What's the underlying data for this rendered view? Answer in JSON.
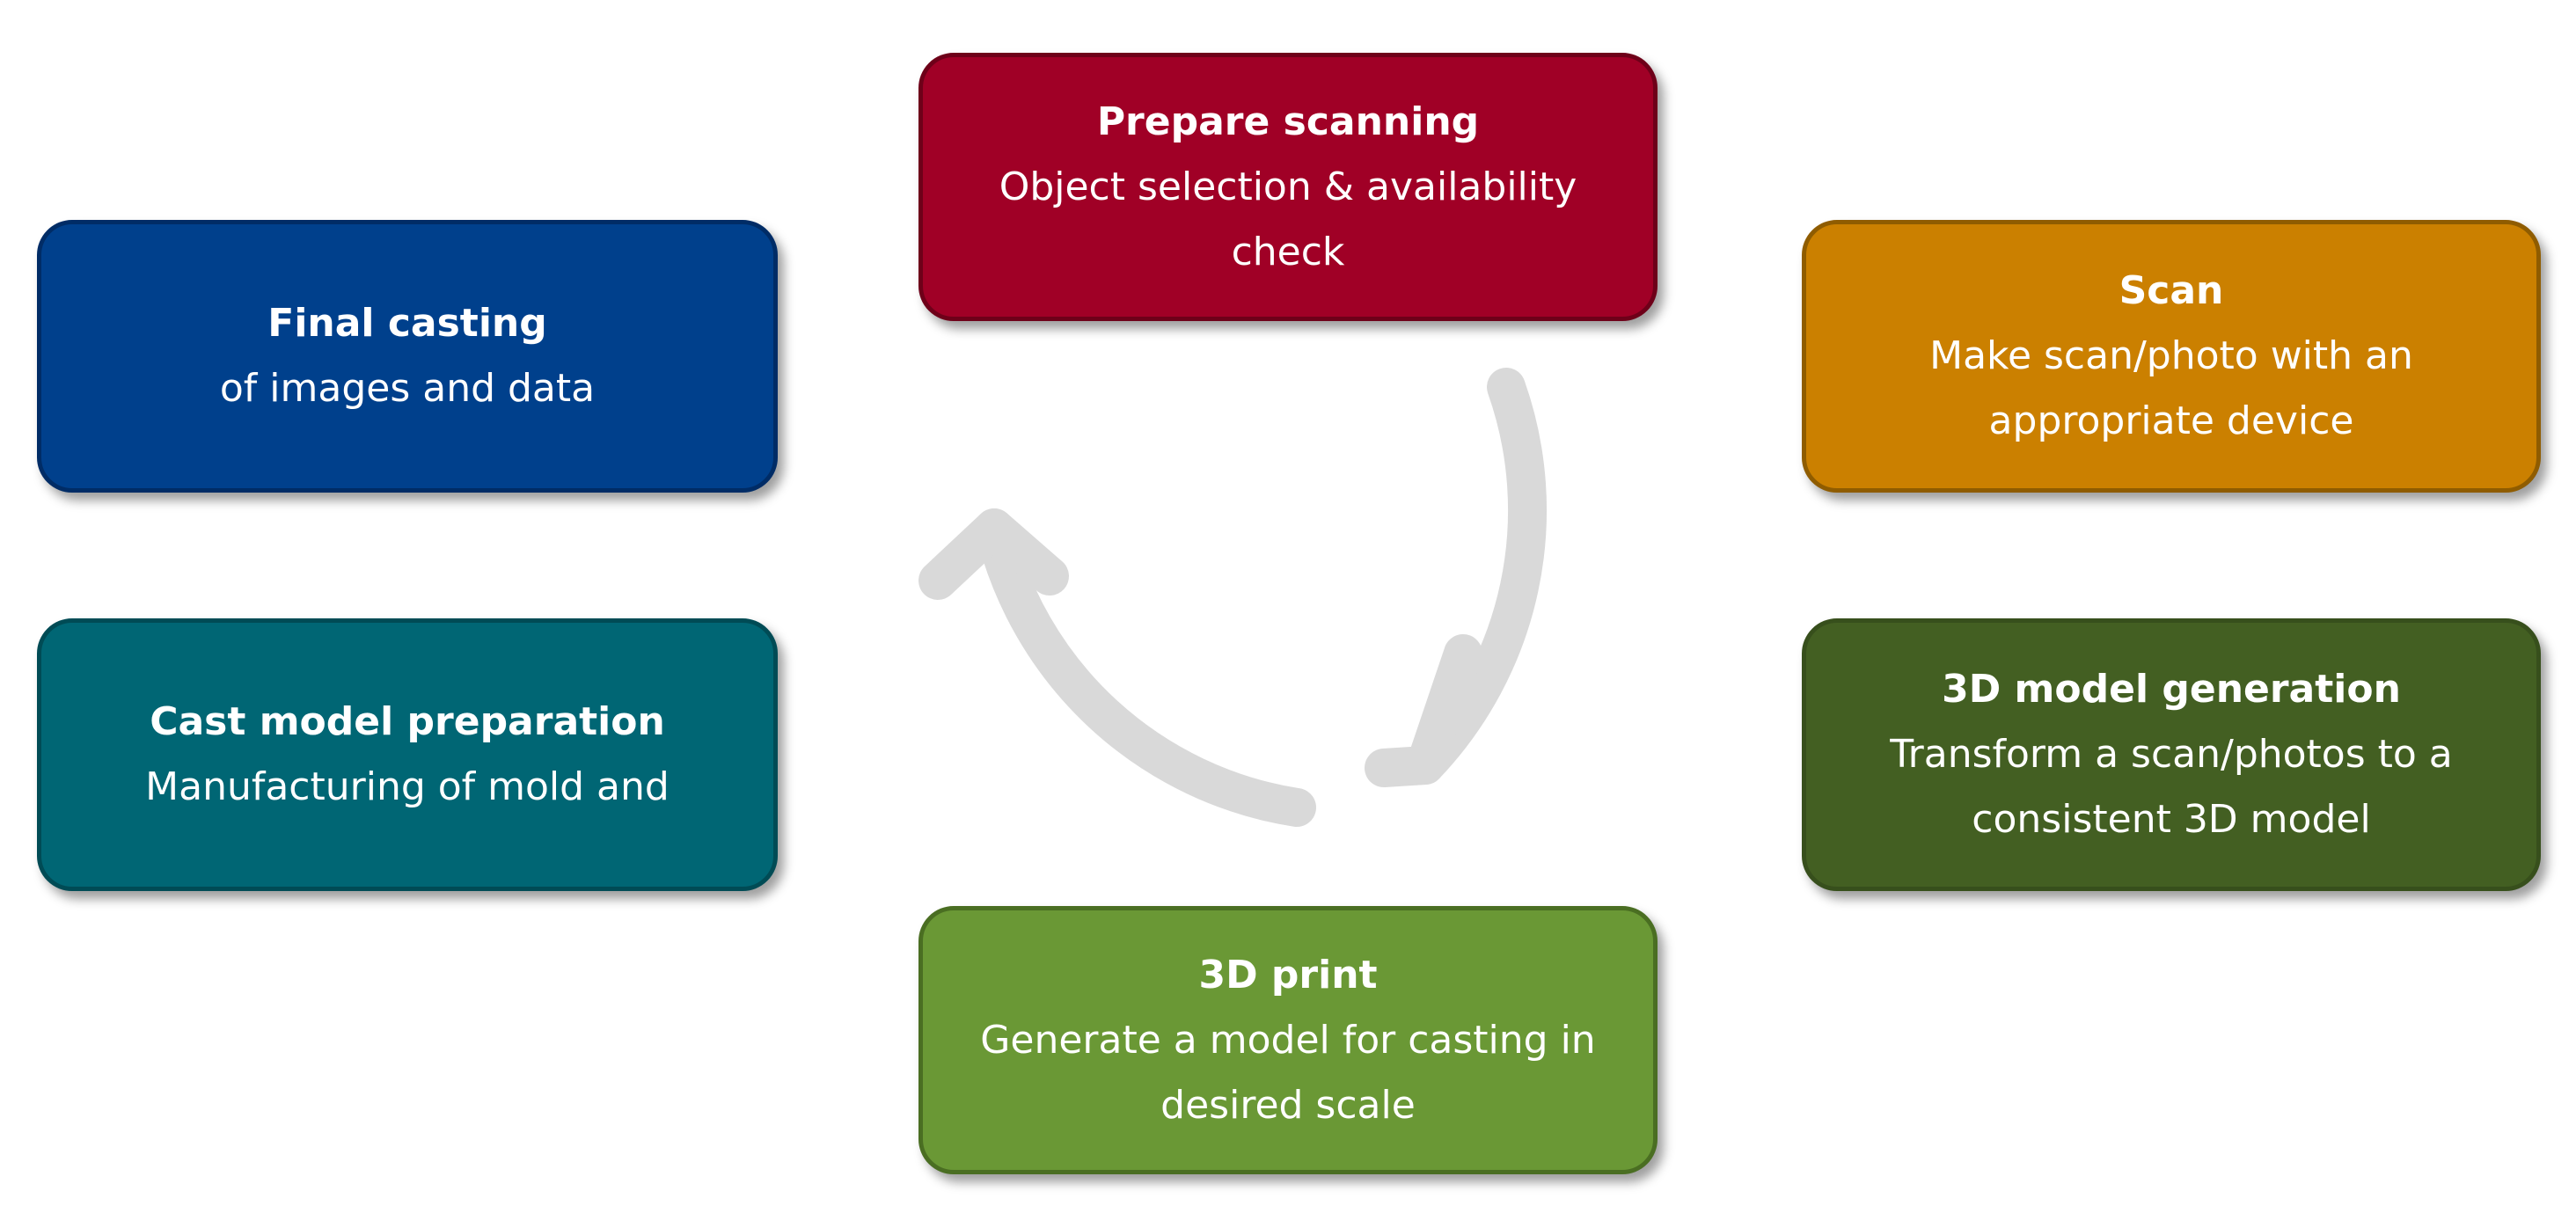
{
  "diagram": {
    "steps": [
      {
        "id": "prepare",
        "title": "Prepare scanning",
        "description": "Object selection & availability check",
        "color": "#a00026"
      },
      {
        "id": "scan",
        "title": "Scan",
        "description": "Make scan/photo with an appropriate device",
        "color": "#cb8000"
      },
      {
        "id": "model",
        "title": "3D model generation",
        "description": "Transform a scan/photos to a consistent 3D model",
        "color": "#435f22"
      },
      {
        "id": "print",
        "title": "3D print",
        "description": "Generate a model for casting in desired scale",
        "color": "#6a9835"
      },
      {
        "id": "cast",
        "title": "Cast model preparation",
        "description": "Manufacturing of mold and",
        "color": "#006674"
      },
      {
        "id": "final",
        "title": "Final casting",
        "description": "of images and data",
        "color": "#00408c"
      }
    ],
    "arrow_color": "#d9d9d9"
  }
}
